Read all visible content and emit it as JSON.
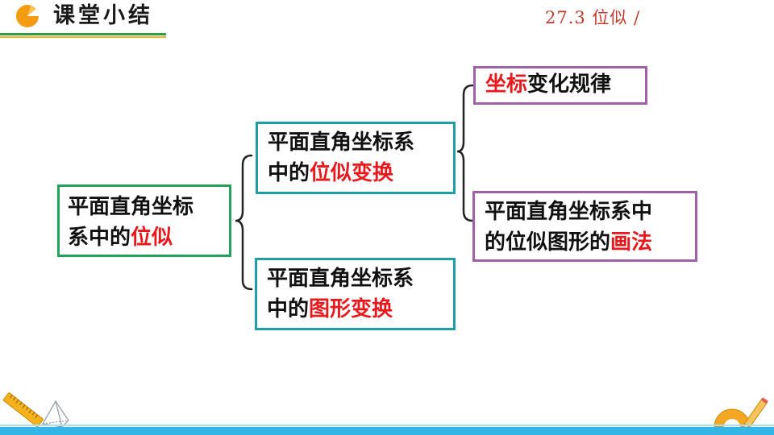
{
  "header": {
    "title": "课堂小结",
    "section": "27.3 位似 /"
  },
  "diagram": {
    "root": {
      "line1": "平面直角坐标",
      "line2_plain": "系中的",
      "line2_hl": "位似"
    },
    "transform": {
      "line1": "平面直角坐标系",
      "line2_plain": "中的",
      "line2_hl": "位似变换"
    },
    "figure": {
      "line1": "平面直角坐标系",
      "line2_plain": "中的",
      "line2_hl": "图形变换"
    },
    "rule": {
      "hl": "坐标",
      "plain": "变化规律"
    },
    "draw": {
      "line1": "平面直角坐标系中",
      "line2_plain": "的位似图形的",
      "line2_hl": "画法"
    }
  },
  "colors": {
    "highlight": "#e8181c",
    "green_border": "#23a35a",
    "teal_border": "#1f9ea6",
    "purple_border": "#a05fa9",
    "section_label": "#c23a2b"
  }
}
